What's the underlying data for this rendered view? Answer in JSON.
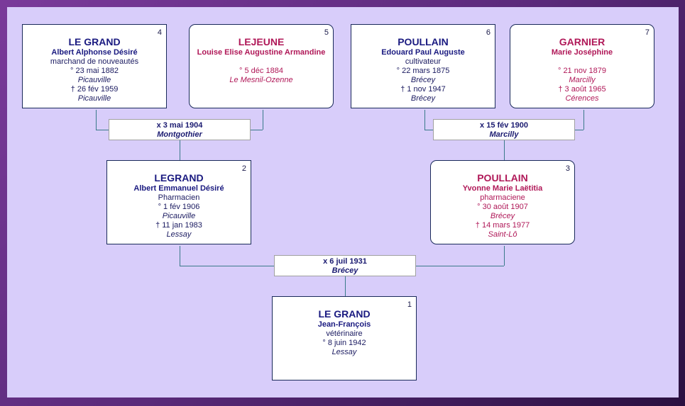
{
  "persons": [
    {
      "num": "1",
      "sex": "m",
      "surname": "LE GRAND",
      "given": "Jean-François",
      "lines": [
        "vétérinaire",
        "° 8 juin 1942"
      ],
      "place_lines": {
        "4": "Lessay"
      }
    },
    {
      "num": "2",
      "sex": "m",
      "surname": "LEGRAND",
      "given": "Albert Emmanuel Désiré",
      "lines": [
        "Pharmacien",
        "° 1 fév 1906",
        "Picauville",
        "† 11 jan 1983",
        "Lessay"
      ]
    },
    {
      "num": "3",
      "sex": "f",
      "surname": "POULLAIN",
      "given": "Yvonne Marie Laëtitia",
      "lines": [
        "pharmaciene",
        "° 30 août 1907",
        "Brécey",
        "† 14 mars 1977",
        "Saint-Lô"
      ]
    },
    {
      "num": "4",
      "sex": "m",
      "surname": "LE GRAND",
      "given": "Albert Alphonse Désiré",
      "lines": [
        "marchand de nouveautés",
        "° 23 mai 1882",
        "Picauville",
        "† 26 fév 1959",
        "Picauville"
      ]
    },
    {
      "num": "5",
      "sex": "f",
      "surname": "LEJEUNE",
      "given": "Louise Elise Augustine Armandine",
      "lines": [
        "",
        "° 5 déc 1884",
        "Le Mesnil-Ozenne"
      ]
    },
    {
      "num": "6",
      "sex": "m",
      "surname": "POULLAIN",
      "given": "Edouard Paul Auguste",
      "lines": [
        "cultivateur",
        "° 22 mars 1875",
        "Brécey",
        "† 1 nov 1947",
        "Brécey"
      ]
    },
    {
      "num": "7",
      "sex": "f",
      "surname": "GARNIER",
      "given": "Marie Joséphine",
      "lines": [
        "",
        "° 21 nov 1879",
        "Marcilly",
        "† 3 août 1965",
        "Cérences"
      ]
    }
  ],
  "marriages": [
    {
      "date": "x 3 mai 1904",
      "place": "Montgothier"
    },
    {
      "date": "x 15 fév 1900",
      "place": "Marcilly"
    },
    {
      "date": "x 6 juil 1931",
      "place": "Brécey"
    }
  ]
}
